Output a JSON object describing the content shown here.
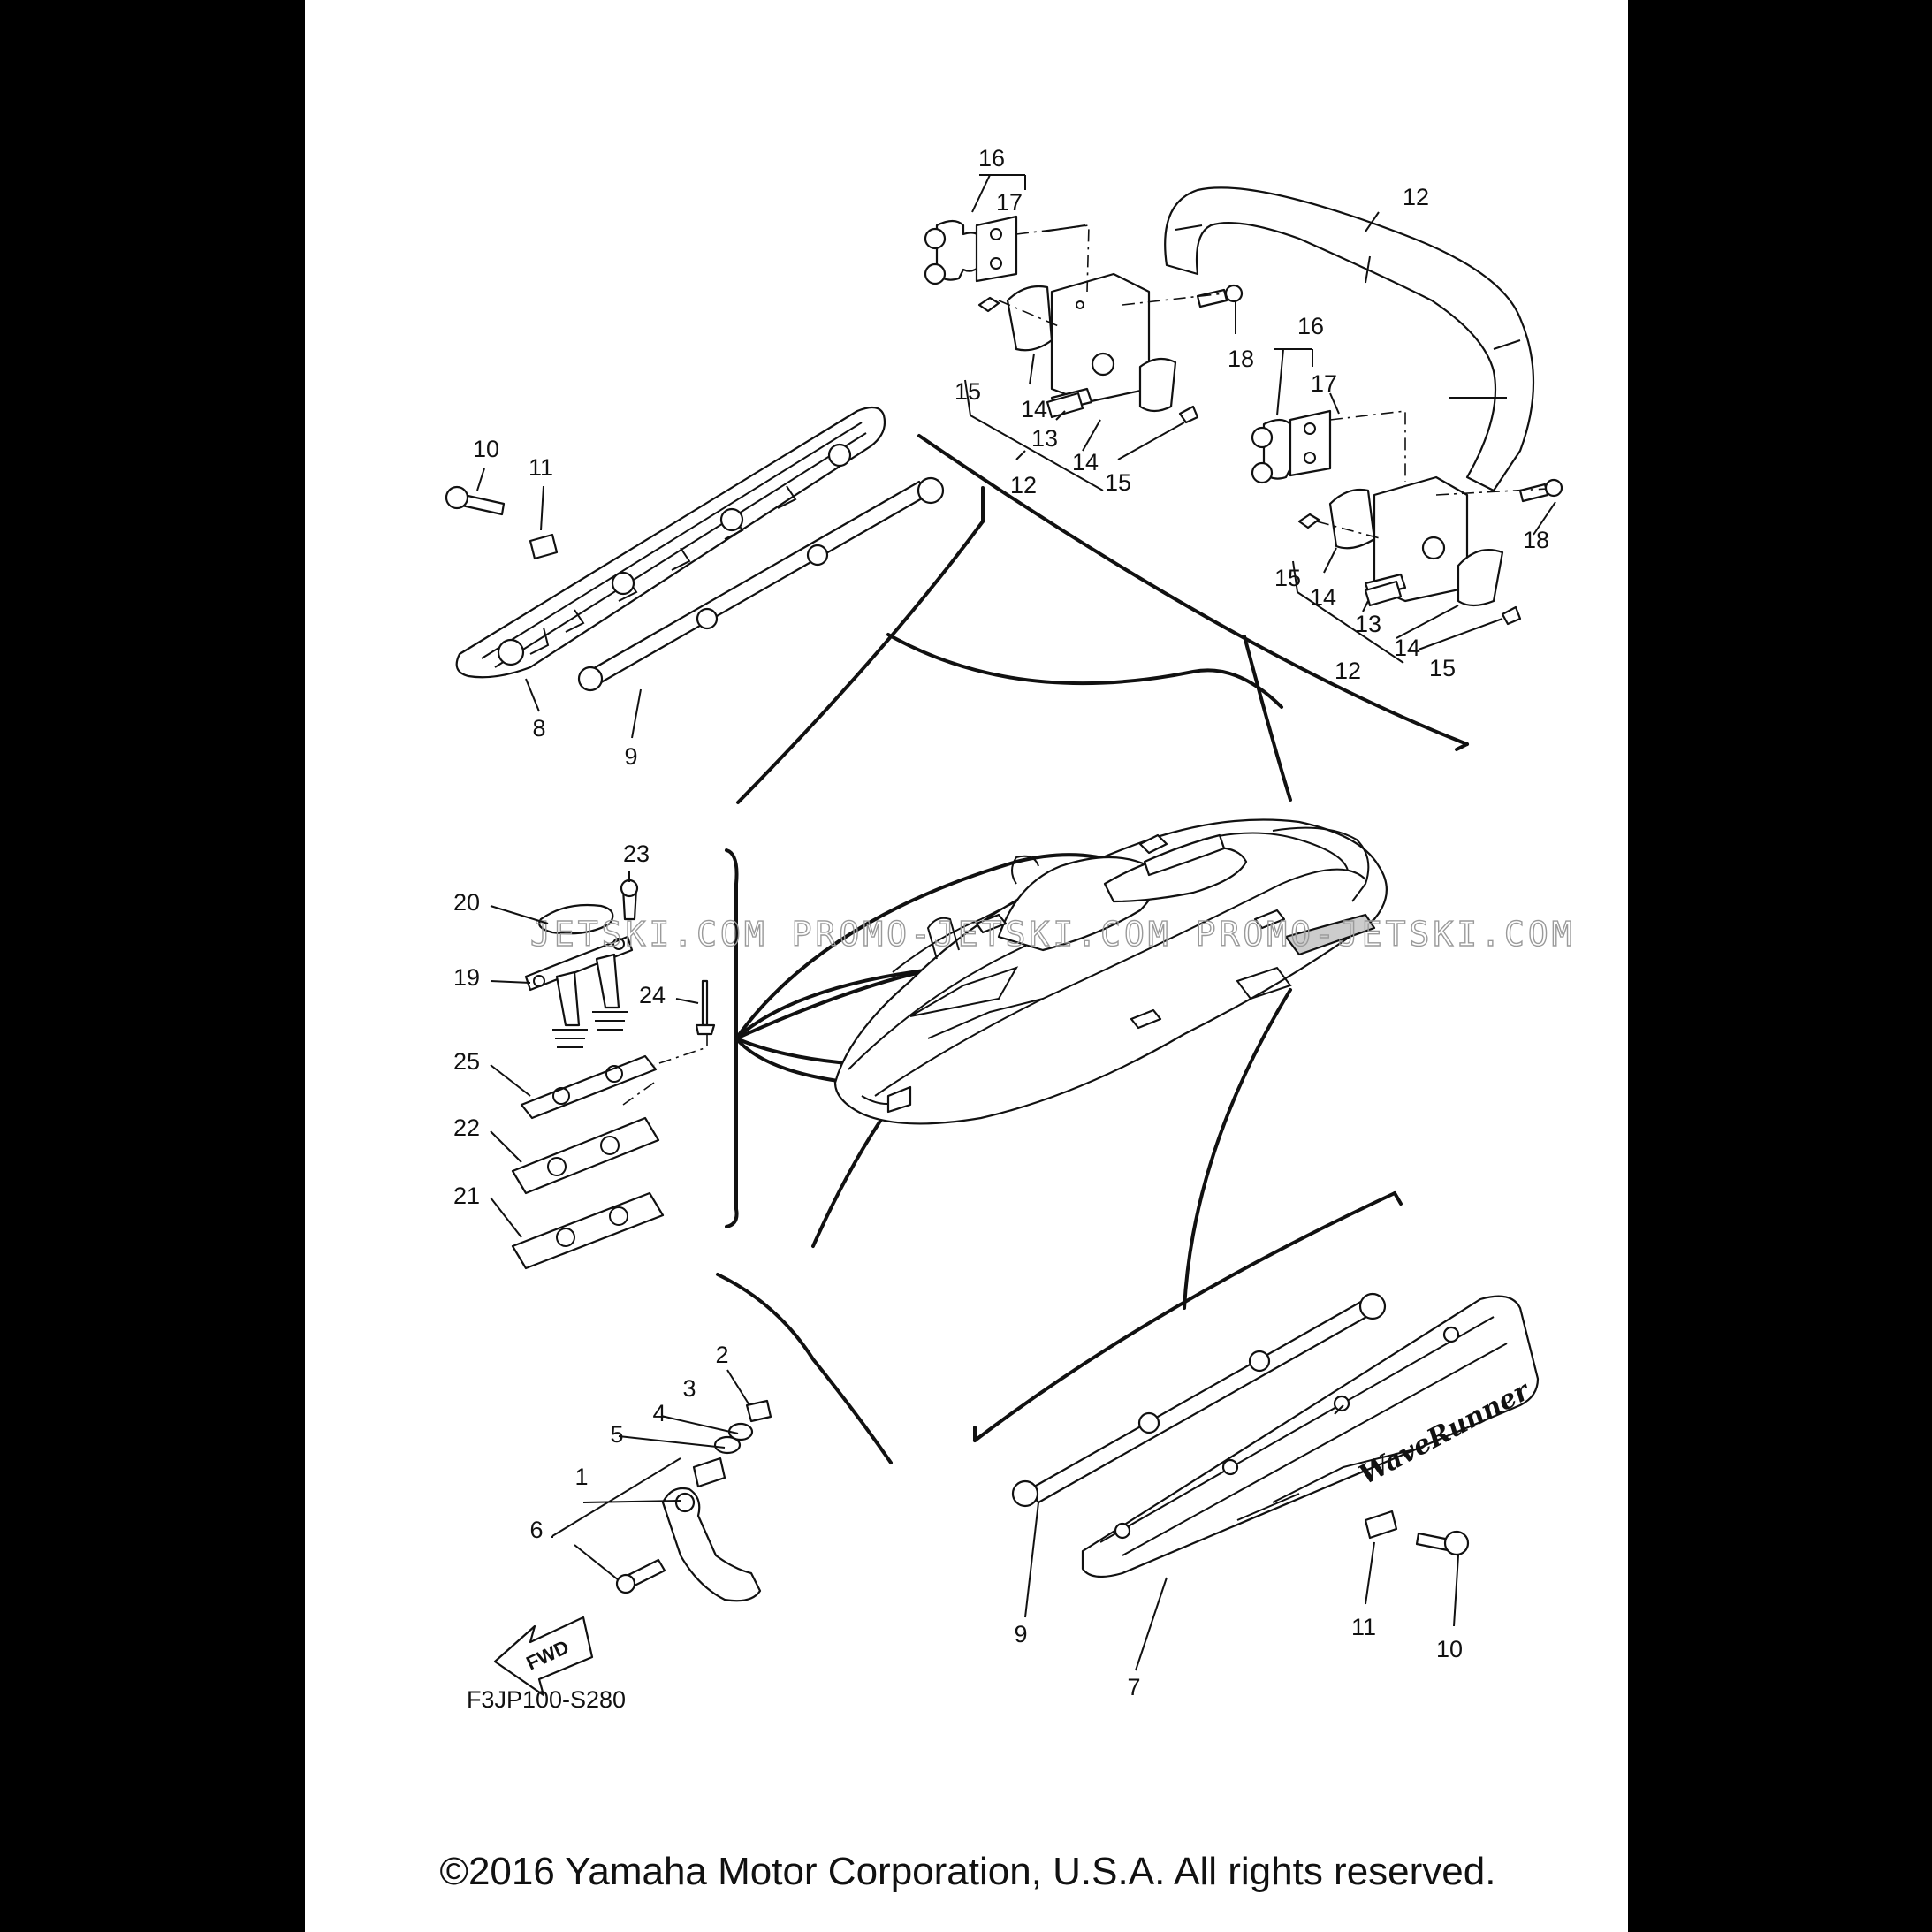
{
  "diagram_code": "F3JP100-S280",
  "copyright": "©2016 Yamaha Motor Corporation, U.S.A. All rights reserved.",
  "watermark": "JETSKI.COM   PROMO-JETSKI.COM   PROMO-JETSKI.COM",
  "direction_label": "FWD",
  "brand_text": "WaveRunner",
  "callouts": {
    "c1": "1",
    "c2": "2",
    "c3": "3",
    "c4": "4",
    "c5": "5",
    "c6": "6",
    "c7": "7",
    "c8": "8",
    "c9a": "9",
    "c9b": "9",
    "c10a": "10",
    "c10b": "10",
    "c11a": "11",
    "c11b": "11",
    "c12a": "12",
    "c12b": "12",
    "c12c": "12",
    "c13a": "13",
    "c13b": "13",
    "c14a": "14",
    "c14b": "14",
    "c14c": "14",
    "c14d": "14",
    "c15a": "15",
    "c15b": "15",
    "c15c": "15",
    "c15d": "15",
    "c16a": "16",
    "c16b": "16",
    "c17a": "17",
    "c17b": "17",
    "c18a": "18",
    "c18b": "18",
    "c19": "19",
    "c20": "20",
    "c21": "21",
    "c22": "22",
    "c23": "23",
    "c24": "24",
    "c25": "25"
  }
}
